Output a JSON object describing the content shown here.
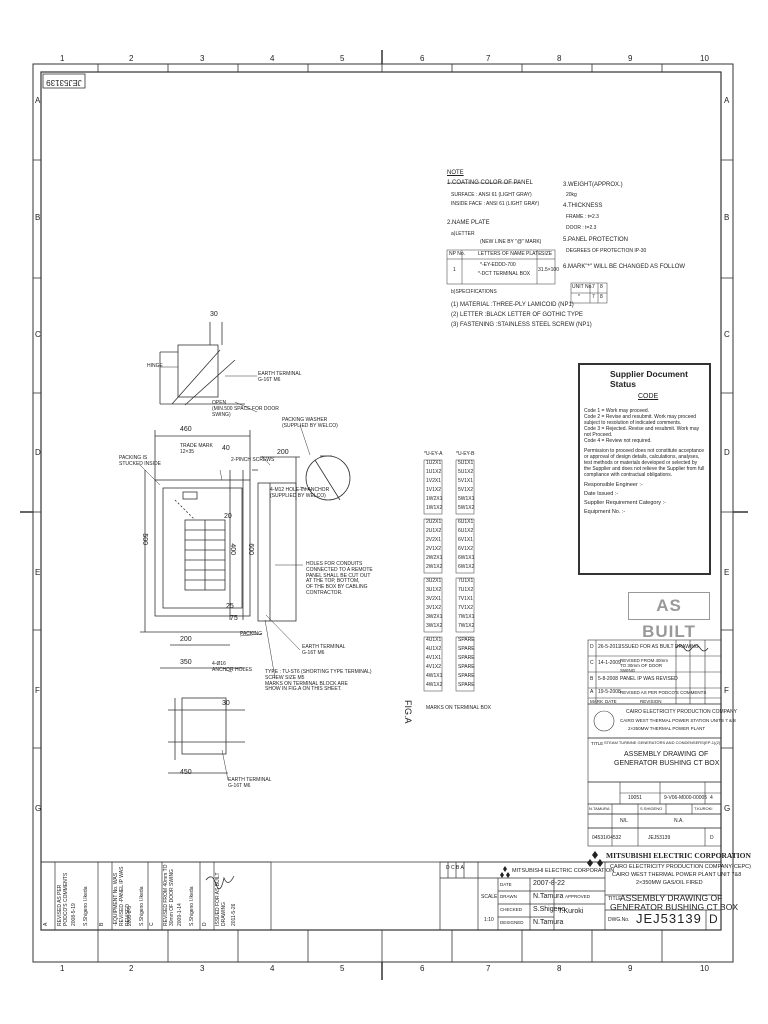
{
  "grid": {
    "cols": [
      "1",
      "2",
      "3",
      "4",
      "5",
      "6",
      "7",
      "8",
      "9",
      "10"
    ],
    "rows": [
      "A",
      "B",
      "C",
      "D",
      "E",
      "F",
      "G"
    ]
  },
  "stamp": {
    "corner_id": "JEJ53139"
  },
  "notes": {
    "title": "NOTE",
    "n1": "1.COATING COLOR OF PANEL",
    "n1a": "SURFACE  : ANSI 61 (LIGHT GRAY)",
    "n1b": "INSIDE FACE : ANSI 61 (LIGHT GRAY)",
    "n2": "2.NAME PLATE",
    "n2a": "a)LETTER",
    "nameplate_caption": "(NEW LINE BY \"@\" MARK)",
    "nameplate_headers": [
      "NP No.",
      "LETTERS OF NAME PLATE",
      "SIZE"
    ],
    "nameplate_row": [
      "1",
      "*-EY-EDDD-700",
      "*-DCT TERMINAL BOX",
      "31.5×100"
    ],
    "n2b": "b)SPECIFICATIONS",
    "spec1": "(1) MATERIAL   :THREE-PLY LAMICOID (NP1)",
    "spec2": "(2) LETTER      :BLACK LETTER OF GOTHIC TYPE",
    "spec3": "(3) FASTENING :STAINLESS STEEL SCREW (NP1)",
    "n3": "3.WEIGHT(APPROX.)",
    "n3a": "20kg",
    "n4": "4.THICKNESS",
    "n4a": "FRAME  : t=2.3",
    "n4b": "DOOR  : t=2.3",
    "n5": "5.PANEL PROTECTION",
    "n5a": "DEGREES OF PROTECTION IP-30",
    "n6": "6.MARK\"*\" WILL BE CHANGED AS FOLLOW",
    "unit_table": [
      [
        "UNIT No.",
        "7",
        "8"
      ],
      [
        "*",
        "7",
        "8"
      ]
    ]
  },
  "drawing_labels": {
    "hinge": "HINGE",
    "earth_terminal": "EARTH TERMINAL\nG-16T M6",
    "open": "OPEN\n(MIN.500 SPACE FOR DOOR\nSWING)",
    "packing_washer": "PACKING WASHER\n(SUPPLIED BY WELCO)",
    "packing_sticked": "PACKING IS\nSTUCKED INSIDE",
    "trade_mark": "TRADE MARK\n12×35",
    "pinch_screws": "2-PINCH SCREWS",
    "m12_hole": "4-M12 HOLE-IN-ANCHOR\n(SUPPLIED BY WELCO)",
    "holes_conduits": "HOLES FOR CONDUITS\nCONNECTED TO A REMOTE\nPANEL SHALL BE CUT OUT\nAT THE TOP, BOTTOM,\nOF THE BOX BY CABLING\nCONTRACTOR.",
    "packing": "PACKING",
    "earth_terminal_2": "EARTH TERMINAL\nG-16T M6",
    "anchor_holes": "4-Ø16\nANCHOR HOLES",
    "type_note": "TYPE : TU-ST6 (SHORTING TYPE TERMINAL)\nSCREW SIZE M5\nMARKS ON TERMINAL BLOCK ARE\nSHOW IN FIG.A ON THIS SHEET.",
    "earth_terminal_3": "EARTH TERMINAL\nG-16T M6",
    "fig_a": "FIG.A",
    "fig_a_sub": "MARKS ON TERMINAL BOX",
    "dim_30": "30",
    "dim_460": "460",
    "dim_40": "40",
    "dim_200": "200",
    "dim_500": "500",
    "dim_400": "400",
    "dim_600": "600",
    "dim_350": "350",
    "dim_200b": "200",
    "dim_450": "450",
    "dim_30b": "30",
    "dim_20": "20",
    "dim_25": "25",
    "dim_75": "75"
  },
  "terminals": {
    "left_header": "*U-EY-A",
    "right_header": "*U-EY-B",
    "left": [
      "1U2X1",
      "1U1X2",
      "1V2X1",
      "1V1X2",
      "1W2X1",
      "1W1X2",
      "2U2X1",
      "2U1X2",
      "2V2X1",
      "2V1X2",
      "2W2X1",
      "2W1X2",
      "3U2X1",
      "3U1X2",
      "3V2X1",
      "3V1X2",
      "3W2X1",
      "3W1X2",
      "4U1X1",
      "4U1X2",
      "4V1X1",
      "4V1X2",
      "4W1X1",
      "4W1X2"
    ],
    "right": [
      "5U1X1",
      "5U1X2",
      "5V1X1",
      "5V1X2",
      "5W1X1",
      "5W1X2",
      "6U1X1",
      "6U1X2",
      "6V1X1",
      "6V1X2",
      "6W1X1",
      "6W1X2",
      "7U1X1",
      "7U1X2",
      "7V1X1",
      "7V1X2",
      "7W1X1",
      "7W1X2",
      "SPARE",
      "SPARE",
      "SPARE",
      "SPARE",
      "SPARE",
      "SPARE"
    ]
  },
  "supplier_status": {
    "title": "Supplier Document Status",
    "code_label": "CODE",
    "code1": "Code 1 = Work may proceed.",
    "code2": "Code 2 = Revise and resubmit. Work may proceed subject to resolution of indicated comments.",
    "code3": "Code 3 = Rejected. Revise and resubmit. Work may not Proceed.",
    "code4": "Code 4 = Review not required.",
    "para": "Permission to proceed does not constitute acceptance or approval of design details, calculations, analyses, test methods or materials developed or selected by the Supplier and does not relieve the Supplier from full compliance with contractual obligations.",
    "eng": "Responsible Engineer :-",
    "date": "Date Issued :-",
    "req": "Supplier Requirement Category :-",
    "equip": "Equipment No. :-"
  },
  "as_built": "AS BUILT",
  "revisions": {
    "rows": [
      [
        "D",
        "26-5-2011",
        "ISSUED FOR AS BUILT DRAWING"
      ],
      [
        "C",
        "14-1-2009",
        "REVISED FROM 40mm TO 30mm OF DOOR SWING"
      ],
      [
        "B",
        "5-8-2008",
        "PANEL IP WAS REVISED"
      ],
      [
        "A",
        "19-5-2008",
        "REVISED AS PER PODCO'S COMMENTS"
      ]
    ],
    "headers": [
      "MARK",
      "DATE",
      "REVISION"
    ]
  },
  "company": {
    "name": "CAIRO ELECTRICITY PRODUCTION COMPANY",
    "line2": "CAIRO WEST THERMAL POWER STATION UNITS 7 & 8",
    "line3": "2×350MW THERMAL POWER PLANT"
  },
  "title_small": {
    "label": "TITLE",
    "sub": "STEAM TURBINE GENERATORS AND CONDENSERS(EP-1)(2)",
    "title1": "ASSEMBLY DRAWING OF",
    "title2": "GENERATOR BUSHING CT BOX",
    "contract_no": "10051",
    "drawing_no": "9-V06-M000-00005",
    "rev": "4",
    "prepared": "N.TAMURA",
    "checked": "S.SHIGENO",
    "approved": "T.KUROKI",
    "ref_no": "N/L",
    "na": "N.A.",
    "mfr_drawing": "JEJ53139",
    "order": "04531/04532",
    "sheet_rev": "D"
  },
  "mitsubishi": "MITSUBISHI ELECTRIC CORPORATION",
  "bottom": {
    "rev_blocks": [
      {
        "mark": "A",
        "text": "REVISED AS PER PODCO'S COMMENTS",
        "date": "2008-5-19",
        "who": "S.Shigeno  I.Ikeda"
      },
      {
        "mark": "B",
        "text": "-EQUIPMENT No. WAS REVISED -PANEL IP WAS REVISED",
        "date": "2008-8-5",
        "who": "S.Shigeno  I.Ikeda"
      },
      {
        "mark": "C",
        "text": "REVISED FROM 40mm TO 30mm OF DOOR SWING",
        "date": "2009-1-14",
        "who": "S.Shigeno  I.Ikeda"
      },
      {
        "mark": "D",
        "text": "ISSUED FOR AS BUILT DRAWING",
        "date": "2011-5-26",
        "who": ""
      }
    ],
    "dwg_right": "CAIRO ELECTRICITY PRODUCTION COMPANY(CEPC)",
    "dwg_right2": "CAIRO WEST THERMAL POWER PLANT UNIT 7&8",
    "dwg_right3": "2×350MW GAS/OIL FIRED",
    "mitsubishi": "MITSUBISHI ELECTRIC CORPORATION",
    "date": "2007-8-22",
    "drawn_name": "N.Tamura",
    "checked_name": "S.Shigeno",
    "designed_name": "N.Tamura",
    "approved_name": "T.Kuroki",
    "scale": "1:10",
    "scale_label": "SCALE",
    "drawn_label": "DRAWN",
    "checked_label": "CHECKED",
    "designed_label": "DESIGNED",
    "approved_label": "APPROVED",
    "date_label": "DATE",
    "title_label": "TITLE",
    "title1": "ASSEMBLY DRAWING OF",
    "title2": "GENERATOR BUSHING CT BOX",
    "dwg_no_label": "DWG.No.",
    "dwg_no": "JEJ53139",
    "rev": "D",
    "marks": "D  C  B  A"
  }
}
